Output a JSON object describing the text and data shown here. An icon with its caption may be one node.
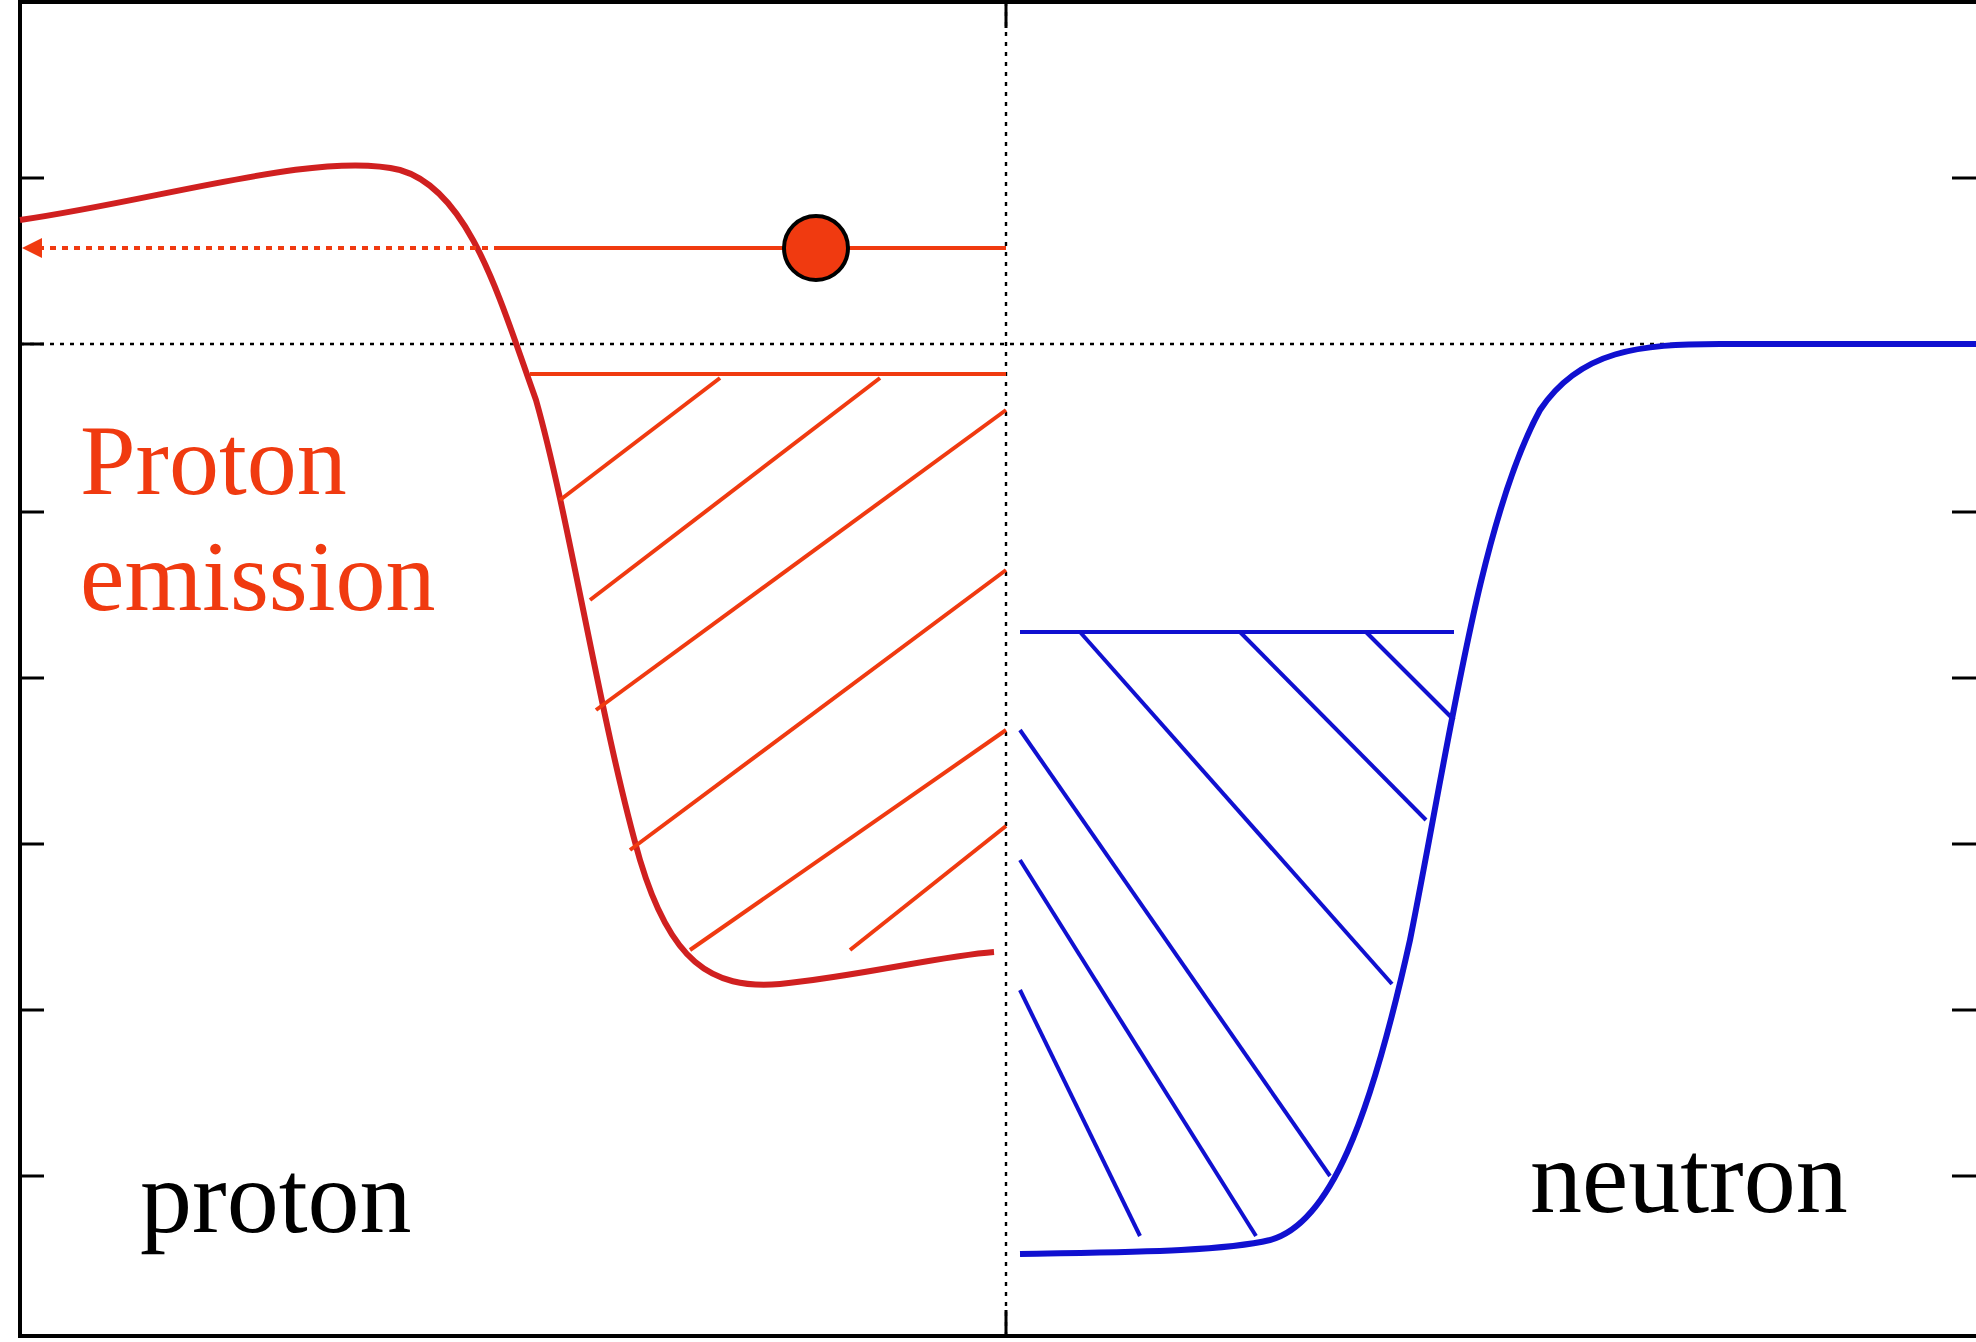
{
  "diagram": {
    "labels": [
      "Proton emission",
      "proton",
      "neutron"
    ]
  }
}
